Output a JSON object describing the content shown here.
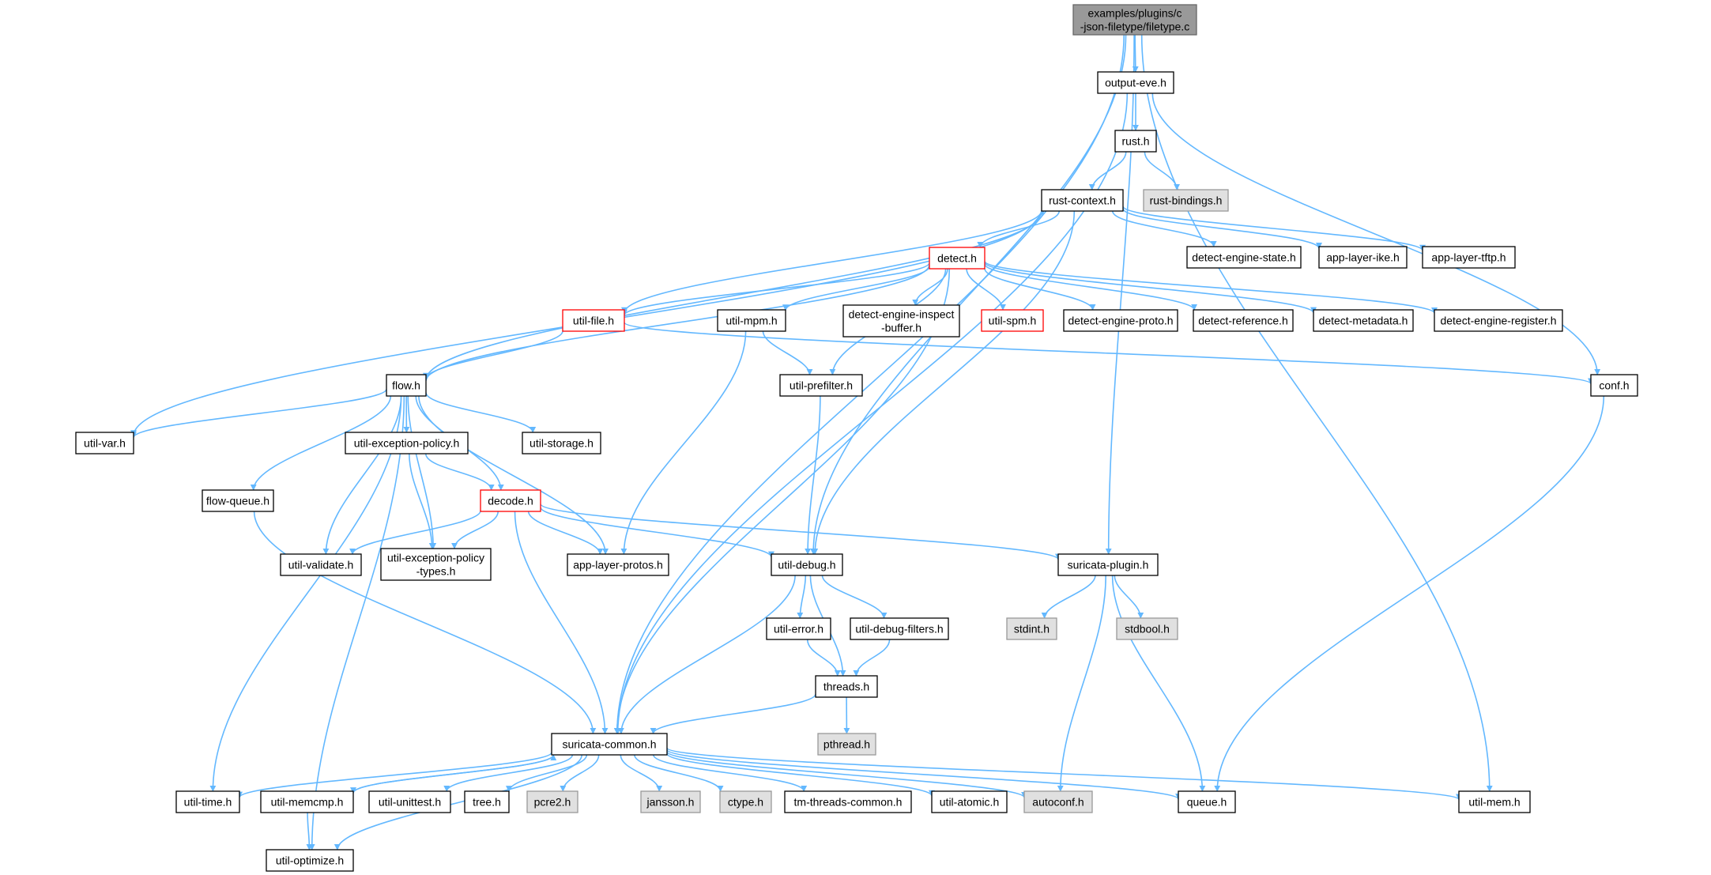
{
  "colors": {
    "edge": "#63b8ff",
    "node_fill": "#ffffff",
    "node_border": "#000000",
    "root_fill": "#999999",
    "root_border": "#666666",
    "external_fill": "#e0e0e0",
    "external_border": "#999999",
    "truncated_border": "#ff0000"
  },
  "nodes": [
    {
      "id": "root",
      "lines": [
        "examples/plugins/c",
        "-json-filetype/filetype.c"
      ],
      "kind": "root"
    },
    {
      "id": "output_eve",
      "lines": [
        "output-eve.h"
      ],
      "kind": "normal"
    },
    {
      "id": "rust",
      "lines": [
        "rust.h"
      ],
      "kind": "normal"
    },
    {
      "id": "rust_context",
      "lines": [
        "rust-context.h"
      ],
      "kind": "normal"
    },
    {
      "id": "rust_bindings",
      "lines": [
        "rust-bindings.h"
      ],
      "kind": "external"
    },
    {
      "id": "detect",
      "lines": [
        "detect.h"
      ],
      "kind": "truncated"
    },
    {
      "id": "detect_engine_state",
      "lines": [
        "detect-engine-state.h"
      ],
      "kind": "normal"
    },
    {
      "id": "app_layer_ike",
      "lines": [
        "app-layer-ike.h"
      ],
      "kind": "normal"
    },
    {
      "id": "app_layer_tftp",
      "lines": [
        "app-layer-tftp.h"
      ],
      "kind": "normal"
    },
    {
      "id": "util_file",
      "lines": [
        "util-file.h"
      ],
      "kind": "truncated"
    },
    {
      "id": "util_mpm",
      "lines": [
        "util-mpm.h"
      ],
      "kind": "normal"
    },
    {
      "id": "detect_engine_inspect_buffer",
      "lines": [
        "detect-engine-inspect",
        "-buffer.h"
      ],
      "kind": "normal"
    },
    {
      "id": "util_spm",
      "lines": [
        "util-spm.h"
      ],
      "kind": "truncated"
    },
    {
      "id": "detect_engine_proto",
      "lines": [
        "detect-engine-proto.h"
      ],
      "kind": "normal"
    },
    {
      "id": "detect_reference",
      "lines": [
        "detect-reference.h"
      ],
      "kind": "normal"
    },
    {
      "id": "detect_metadata",
      "lines": [
        "detect-metadata.h"
      ],
      "kind": "normal"
    },
    {
      "id": "detect_engine_register",
      "lines": [
        "detect-engine-register.h"
      ],
      "kind": "normal"
    },
    {
      "id": "flow",
      "lines": [
        "flow.h"
      ],
      "kind": "normal"
    },
    {
      "id": "util_prefilter",
      "lines": [
        "util-prefilter.h"
      ],
      "kind": "normal"
    },
    {
      "id": "conf",
      "lines": [
        "conf.h"
      ],
      "kind": "normal"
    },
    {
      "id": "util_var",
      "lines": [
        "util-var.h"
      ],
      "kind": "normal"
    },
    {
      "id": "util_exception_policy",
      "lines": [
        "util-exception-policy.h"
      ],
      "kind": "normal"
    },
    {
      "id": "util_storage",
      "lines": [
        "util-storage.h"
      ],
      "kind": "normal"
    },
    {
      "id": "flow_queue",
      "lines": [
        "flow-queue.h"
      ],
      "kind": "normal"
    },
    {
      "id": "decode",
      "lines": [
        "decode.h"
      ],
      "kind": "truncated"
    },
    {
      "id": "util_validate",
      "lines": [
        "util-validate.h"
      ],
      "kind": "normal"
    },
    {
      "id": "util_exception_policy_types",
      "lines": [
        "util-exception-policy",
        "-types.h"
      ],
      "kind": "normal"
    },
    {
      "id": "app_layer_protos",
      "lines": [
        "app-layer-protos.h"
      ],
      "kind": "normal"
    },
    {
      "id": "util_debug",
      "lines": [
        "util-debug.h"
      ],
      "kind": "normal"
    },
    {
      "id": "suricata_plugin",
      "lines": [
        "suricata-plugin.h"
      ],
      "kind": "normal"
    },
    {
      "id": "util_error",
      "lines": [
        "util-error.h"
      ],
      "kind": "normal"
    },
    {
      "id": "util_debug_filters",
      "lines": [
        "util-debug-filters.h"
      ],
      "kind": "normal"
    },
    {
      "id": "stdint",
      "lines": [
        "stdint.h"
      ],
      "kind": "external"
    },
    {
      "id": "stdbool",
      "lines": [
        "stdbool.h"
      ],
      "kind": "external"
    },
    {
      "id": "threads",
      "lines": [
        "threads.h"
      ],
      "kind": "normal"
    },
    {
      "id": "pthread",
      "lines": [
        "pthread.h"
      ],
      "kind": "external"
    },
    {
      "id": "suricata_common",
      "lines": [
        "suricata-common.h"
      ],
      "kind": "normal"
    },
    {
      "id": "util_time",
      "lines": [
        "util-time.h"
      ],
      "kind": "normal"
    },
    {
      "id": "util_memcmp",
      "lines": [
        "util-memcmp.h"
      ],
      "kind": "normal"
    },
    {
      "id": "util_unittest",
      "lines": [
        "util-unittest.h"
      ],
      "kind": "normal"
    },
    {
      "id": "tree",
      "lines": [
        "tree.h"
      ],
      "kind": "normal"
    },
    {
      "id": "pcre2",
      "lines": [
        "pcre2.h"
      ],
      "kind": "external"
    },
    {
      "id": "jansson",
      "lines": [
        "jansson.h"
      ],
      "kind": "external"
    },
    {
      "id": "ctype",
      "lines": [
        "ctype.h"
      ],
      "kind": "external"
    },
    {
      "id": "tm_threads_common",
      "lines": [
        "tm-threads-common.h"
      ],
      "kind": "normal"
    },
    {
      "id": "util_atomic",
      "lines": [
        "util-atomic.h"
      ],
      "kind": "normal"
    },
    {
      "id": "autoconf",
      "lines": [
        "autoconf.h"
      ],
      "kind": "external"
    },
    {
      "id": "queue",
      "lines": [
        "queue.h"
      ],
      "kind": "normal"
    },
    {
      "id": "util_mem",
      "lines": [
        "util-mem.h"
      ],
      "kind": "normal"
    },
    {
      "id": "util_optimize",
      "lines": [
        "util-optimize.h"
      ],
      "kind": "normal"
    }
  ],
  "edges": [
    [
      "root",
      "output_eve"
    ],
    [
      "root",
      "util_debug"
    ],
    [
      "root",
      "suricata_common"
    ],
    [
      "root",
      "suricata_plugin"
    ],
    [
      "root",
      "util_mem"
    ],
    [
      "output_eve",
      "rust"
    ],
    [
      "output_eve",
      "conf"
    ],
    [
      "output_eve",
      "suricata_common"
    ],
    [
      "rust",
      "rust_context"
    ],
    [
      "rust",
      "rust_bindings"
    ],
    [
      "rust_context",
      "detect"
    ],
    [
      "rust_context",
      "detect_engine_state"
    ],
    [
      "rust_context",
      "app_layer_ike"
    ],
    [
      "rust_context",
      "app_layer_tftp"
    ],
    [
      "rust_context",
      "util_file"
    ],
    [
      "rust_context",
      "flow"
    ],
    [
      "rust_context",
      "util_var"
    ],
    [
      "rust_context",
      "util_debug"
    ],
    [
      "detect",
      "util_file"
    ],
    [
      "detect",
      "flow"
    ],
    [
      "detect",
      "util_mpm"
    ],
    [
      "detect",
      "detect_engine_inspect_buffer"
    ],
    [
      "detect",
      "util_spm"
    ],
    [
      "detect",
      "detect_engine_proto"
    ],
    [
      "detect",
      "detect_reference"
    ],
    [
      "detect",
      "detect_metadata"
    ],
    [
      "detect",
      "detect_engine_register"
    ],
    [
      "detect",
      "util_prefilter"
    ],
    [
      "detect",
      "suricata_common"
    ],
    [
      "util_file",
      "flow"
    ],
    [
      "util_file",
      "conf"
    ],
    [
      "util_mpm",
      "util_prefilter"
    ],
    [
      "util_mpm",
      "app_layer_protos"
    ],
    [
      "util_prefilter",
      "util_debug"
    ],
    [
      "flow",
      "util_var"
    ],
    [
      "flow",
      "util_exception_policy"
    ],
    [
      "flow",
      "util_storage"
    ],
    [
      "flow",
      "flow_queue"
    ],
    [
      "flow",
      "decode"
    ],
    [
      "flow",
      "util_validate"
    ],
    [
      "flow",
      "util_exception_policy_types"
    ],
    [
      "flow",
      "app_layer_protos"
    ],
    [
      "flow",
      "util_time"
    ],
    [
      "flow",
      "util_optimize"
    ],
    [
      "util_exception_policy",
      "decode"
    ],
    [
      "util_exception_policy",
      "util_exception_policy_types"
    ],
    [
      "flow_queue",
      "suricata_common"
    ],
    [
      "decode",
      "util_validate"
    ],
    [
      "decode",
      "util_exception_policy_types"
    ],
    [
      "decode",
      "app_layer_protos"
    ],
    [
      "decode",
      "util_debug"
    ],
    [
      "decode",
      "suricata_plugin"
    ],
    [
      "decode",
      "suricata_common"
    ],
    [
      "conf",
      "queue"
    ],
    [
      "util_debug",
      "util_error"
    ],
    [
      "util_debug",
      "util_debug_filters"
    ],
    [
      "util_debug",
      "threads"
    ],
    [
      "util_debug",
      "suricata_common"
    ],
    [
      "suricata_plugin",
      "stdint"
    ],
    [
      "suricata_plugin",
      "stdbool"
    ],
    [
      "suricata_plugin",
      "autoconf"
    ],
    [
      "suricata_plugin",
      "queue"
    ],
    [
      "util_error",
      "threads"
    ],
    [
      "util_debug_filters",
      "threads"
    ],
    [
      "threads",
      "pthread"
    ],
    [
      "threads",
      "suricata_common"
    ],
    [
      "suricata_common",
      "util_time"
    ],
    [
      "suricata_common",
      "util_memcmp"
    ],
    [
      "suricata_common",
      "util_unittest"
    ],
    [
      "suricata_common",
      "tree"
    ],
    [
      "suricata_common",
      "pcre2"
    ],
    [
      "suricata_common",
      "jansson"
    ],
    [
      "suricata_common",
      "ctype"
    ],
    [
      "suricata_common",
      "tm_threads_common"
    ],
    [
      "suricata_common",
      "util_atomic"
    ],
    [
      "suricata_common",
      "autoconf"
    ],
    [
      "suricata_common",
      "queue"
    ],
    [
      "suricata_common",
      "util_mem"
    ],
    [
      "suricata_common",
      "util_optimize"
    ],
    [
      "util_memcmp",
      "suricata_common"
    ],
    [
      "util_memcmp",
      "util_optimize"
    ]
  ]
}
